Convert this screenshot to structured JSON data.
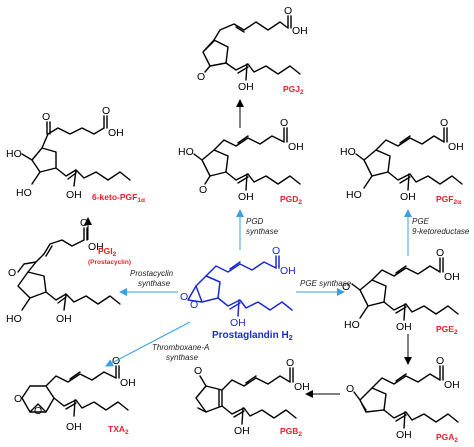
{
  "center": {
    "name": "Prostaglandin H",
    "subscript": "2"
  },
  "molecules": {
    "pgj2": {
      "prefix": "PGJ",
      "sub": "2"
    },
    "pgd2": {
      "prefix": "PGD",
      "sub": "2"
    },
    "pgf2a": {
      "prefix": "PGF",
      "sub": "2α"
    },
    "keto": {
      "prefix": "6-keto-PGF",
      "sub": "1α"
    },
    "pgi2": {
      "prefix": "PGI",
      "sub": "2",
      "note": "(Prostacyclin)"
    },
    "pge2": {
      "prefix": "PGE",
      "sub": "2"
    },
    "pga2": {
      "prefix": "PGA",
      "sub": "2"
    },
    "pgb2": {
      "prefix": "PGB",
      "sub": "2"
    },
    "txa2": {
      "prefix": "TXA",
      "sub": "2"
    }
  },
  "enzymes": {
    "pgd": [
      "PGD",
      "synthase"
    ],
    "pge_red": [
      "PGE",
      "9-ketoreductase"
    ],
    "prostacyclin": [
      "Prostacyclin",
      "synthase"
    ],
    "pge_syn": [
      "PGE synthase"
    ],
    "thromboxane": [
      "Thromboxane-A",
      "synthase"
    ]
  },
  "atoms": {
    "oh": "OH",
    "ho": "HO",
    "o": "O"
  },
  "colors": {
    "arrow_blue": "#3aa0e0",
    "label_red": "#e8202a",
    "center_blue": "#1a2ad0"
  }
}
